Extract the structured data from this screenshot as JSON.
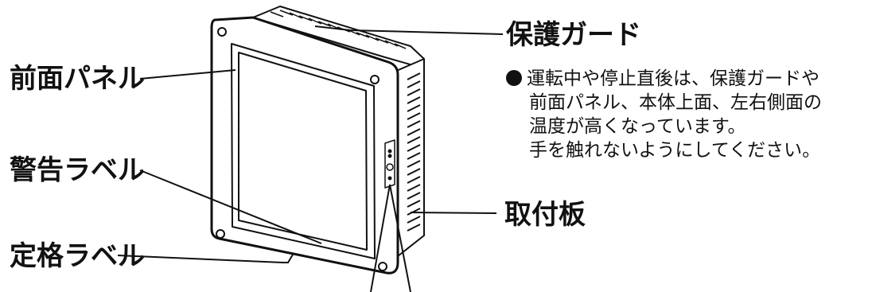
{
  "labels": {
    "front_panel": "前面パネル",
    "warning_label": "警告ラベル",
    "rating_label": "定格ラベル",
    "protective_guard": "保護ガード",
    "mounting_plate": "取付板"
  },
  "caution_note": {
    "lines": [
      "運転中や停止直後は、保護ガードや",
      "前面パネル、本体上面、左右側面の",
      "温度が高くなっています。",
      "手を触れないようにしてください。"
    ]
  }
}
